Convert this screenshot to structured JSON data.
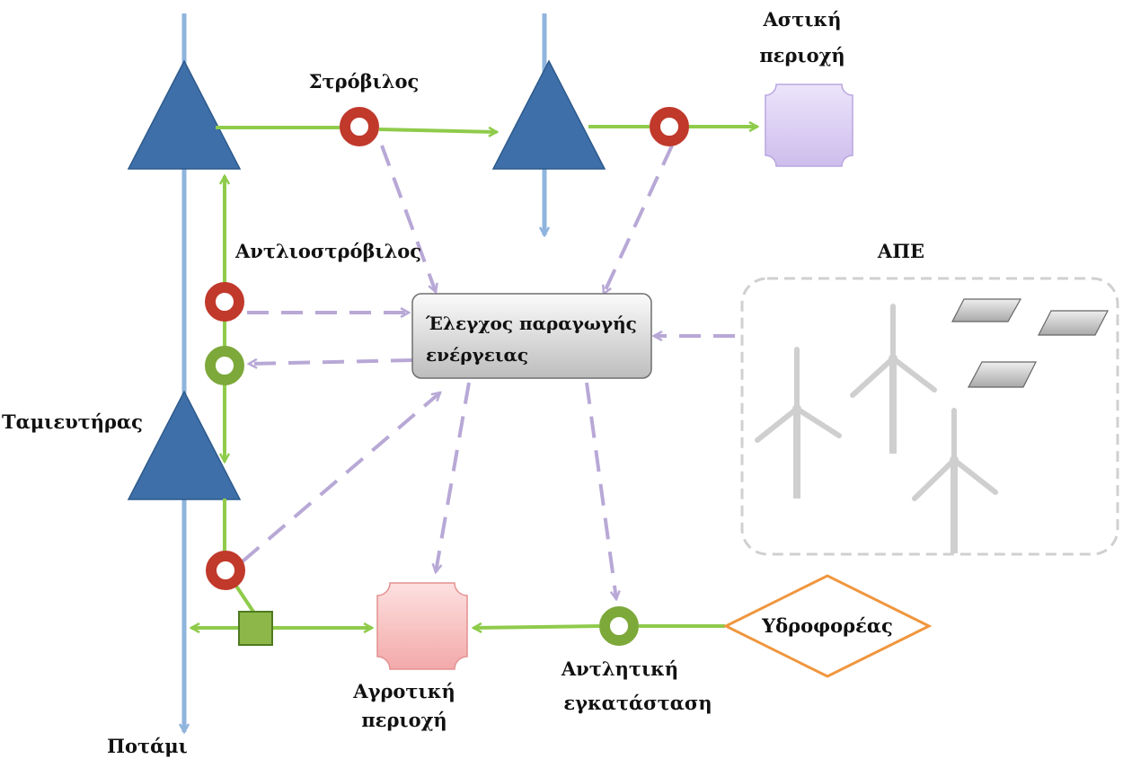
{
  "labels": {
    "strovilos": "Στρόβιλος",
    "astiki_line1": "Αστική",
    "astiki_line2": "περιοχή",
    "antliostrovilos": "Αντλιοστρόβιλος",
    "ape": "ΑΠΕ",
    "tamieftiras": "Ταμιευτήρας",
    "potami": "Ποτάμι",
    "agrotiki_line1": "Αγροτική",
    "agrotiki_line2": "περιοχή",
    "antlitiki_line1": "Αντλητική",
    "antlitiki_line2": "εγκατάσταση",
    "ydroforeas": "Υδροφορέας"
  },
  "control_box": {
    "line1": "Έλεγχος παραγωγής",
    "line2": "ενέργειας"
  },
  "colors": {
    "river": "#8fb4dd",
    "reservoir": "#3f6fa9",
    "flow": "#8fcb4b",
    "control_signal": "#b8a8d6",
    "turbine": "#c0392b",
    "pump": "#7da83a",
    "urban_area": "#d8cbf1",
    "agricultural_area": "#f7b9b9",
    "aquifer": "#f0963e",
    "renewables_frame": "#d0d0d0"
  }
}
